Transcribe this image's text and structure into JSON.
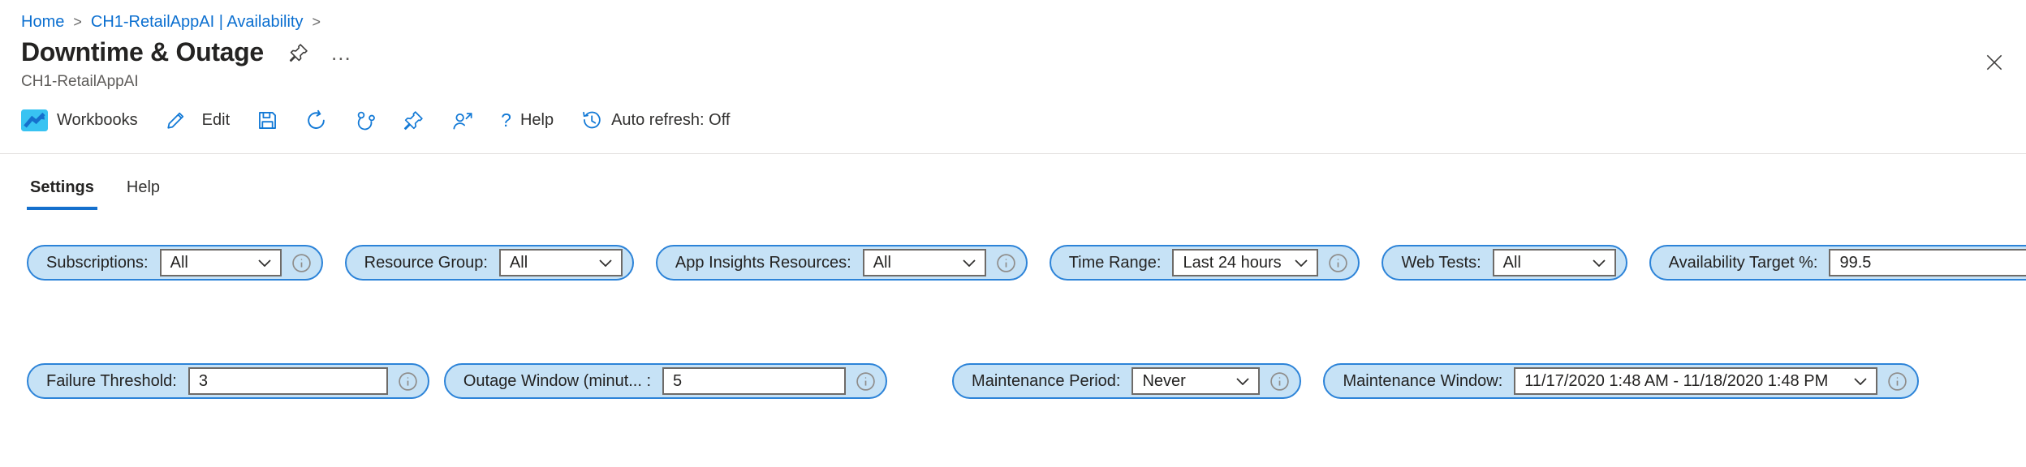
{
  "breadcrumb": {
    "home": "Home",
    "separator": ">",
    "current": "CH1-RetailAppAI | Availability"
  },
  "header": {
    "title": "Downtime & Outage",
    "subtitle": "CH1-RetailAppAI",
    "more_glyph": "…"
  },
  "toolbar": {
    "workbooks_label": "Workbooks",
    "edit_label": "Edit",
    "help_glyph": "?",
    "help_label": "Help",
    "auto_refresh_label": "Auto refresh: Off"
  },
  "tabs": {
    "settings": "Settings",
    "help": "Help"
  },
  "parameters": {
    "row1": [
      {
        "label": "Subscriptions:",
        "value": "All",
        "control": "dropdown",
        "info": true
      },
      {
        "label": "Resource Group:",
        "value": "All",
        "control": "dropdown",
        "info": false
      },
      {
        "label": "App Insights Resources:",
        "value": "All",
        "control": "dropdown",
        "info": true
      },
      {
        "label": "Time Range:",
        "value": "Last 24 hours",
        "control": "dropdown",
        "info": true
      },
      {
        "label": "Web Tests:",
        "value": "All",
        "control": "dropdown",
        "info": false
      },
      {
        "label": "Availability Target %:",
        "value": "99.5",
        "control": "input",
        "info": true
      }
    ],
    "row2": [
      {
        "label": "Failure Threshold:",
        "value": "3",
        "control": "input",
        "info": true
      },
      {
        "label": "Outage Window (minut... :",
        "value": "5",
        "control": "input",
        "info": true
      },
      {
        "label": "Maintenance Period:",
        "value": "Never",
        "control": "dropdown",
        "info": true
      },
      {
        "label": "Maintenance Window:",
        "value": "11/17/2020 1:48 AM - 11/18/2020 1:48 PM",
        "control": "dropdown",
        "info": true
      }
    ]
  },
  "colors": {
    "accent_blue": "#0078d4",
    "breadcrumb_link": "#0b6fd0",
    "pill_fill": "#c6e2f6",
    "pill_border": "#2c83d8",
    "box_border": "#6e6b68",
    "icon_blue": "#1279d6",
    "text_dark": "#242322",
    "text_gray": "#5f5d5b",
    "tab_underline": "#1570cd"
  }
}
